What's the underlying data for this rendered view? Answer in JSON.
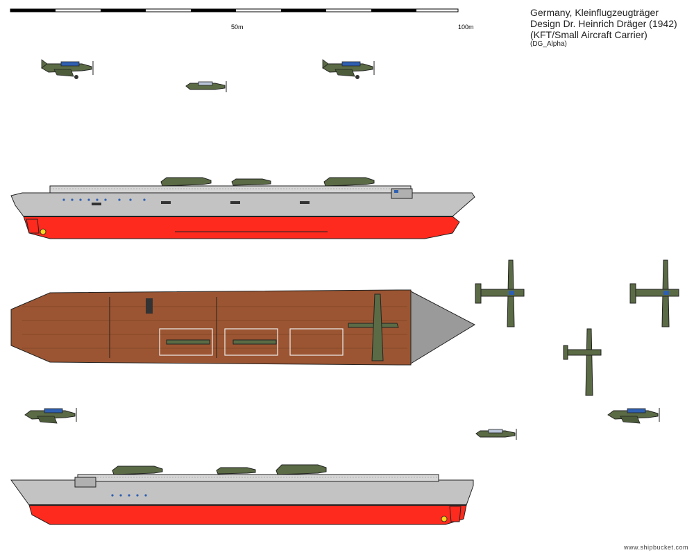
{
  "scale": {
    "label_mid": "50m",
    "label_end": "100m"
  },
  "title": {
    "line1": "Germany, Kleinflugzeugträger",
    "line2": "Design Dr. Heinrich Dräger (1942)",
    "line3": "(KFT/Small Aircraft Carrier)",
    "author": "(DG_Alpha)"
  },
  "credit": "www.shipbucket.com",
  "colors": {
    "hull_gray": "#c3c3c3",
    "hull_red": "#ff2a1e",
    "deck_wood": "#9b5532",
    "aircraft_green": "#5b6b45",
    "aircraft_blue": "#2f5fb0",
    "outline": "#222222"
  }
}
